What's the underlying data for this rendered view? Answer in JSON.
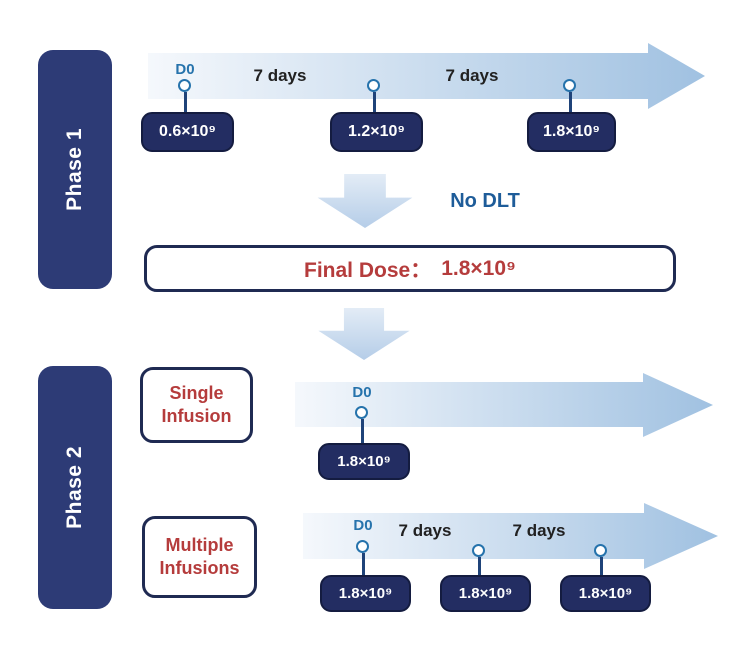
{
  "colors": {
    "navy_sidebar": "#2d3b76",
    "dose_pill_fill": "#232d62",
    "dose_pill_border": "#141c40",
    "outline_navy": "#1f2a52",
    "accent_red": "#b53c3c",
    "marker_blue": "#2673ac",
    "stem_blue": "#1f4379",
    "no_dlt_blue": "#1e5c99",
    "interval_text": "#212121",
    "arrow_gradient_start": "#f5f8fc",
    "arrow_gradient_end": "#a0c1e1"
  },
  "phase1": {
    "label": "Phase 1",
    "d0": "D0",
    "intervals": [
      "7 days",
      "7 days"
    ],
    "doses": [
      "0.6×10⁹",
      "1.2×10⁹",
      "1.8×10⁹"
    ],
    "outcome": "No DLT",
    "final_dose_label": "Final Dose：",
    "final_dose_value": "1.8×10⁹"
  },
  "phase2": {
    "label": "Phase 2",
    "single": {
      "title_lines": [
        "Single",
        "Infusion"
      ],
      "d0": "D0",
      "doses": [
        "1.8×10⁹"
      ]
    },
    "multiple": {
      "title_lines": [
        "Multiple",
        "Infusions"
      ],
      "d0": "D0",
      "intervals": [
        "7 days",
        "7 days"
      ],
      "doses": [
        "1.8×10⁹",
        "1.8×10⁹",
        "1.8×10⁹"
      ]
    }
  }
}
